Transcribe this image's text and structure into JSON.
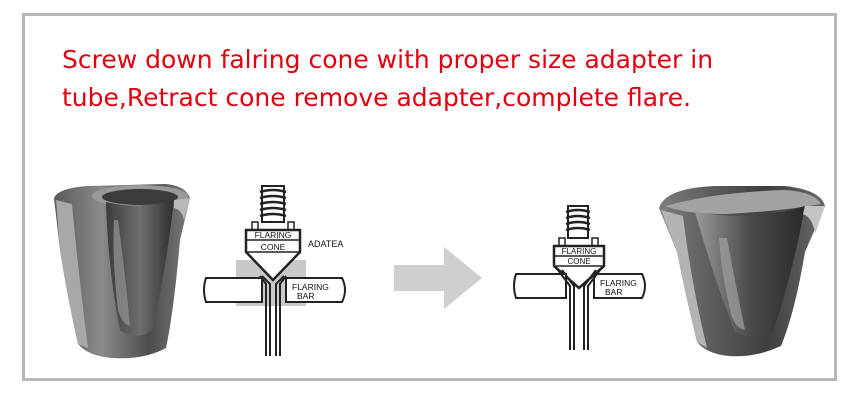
{
  "instruction": "Screw down falring cone with proper size adapter in tube,Retract cone remove adapter,complete flare.",
  "colors": {
    "text_red": "#e1000f",
    "frame_gray": "#b7b7b7",
    "arrow_gray": "#cfcfcf",
    "adapter_gray": "#c9c9c9"
  },
  "tool_before": {
    "cone_label_1": "FLARING",
    "cone_label_2": "CONE",
    "adapter_label": "ADATEA",
    "bar_label_1": "FLARING",
    "bar_label_2": "BAR"
  },
  "tool_after": {
    "cone_label_1": "FLARING",
    "cone_label_2": "CONE",
    "bar_label_1": "FLARING",
    "bar_label_2": "BAR"
  },
  "arrow": {
    "icon": "right-arrow-icon"
  }
}
